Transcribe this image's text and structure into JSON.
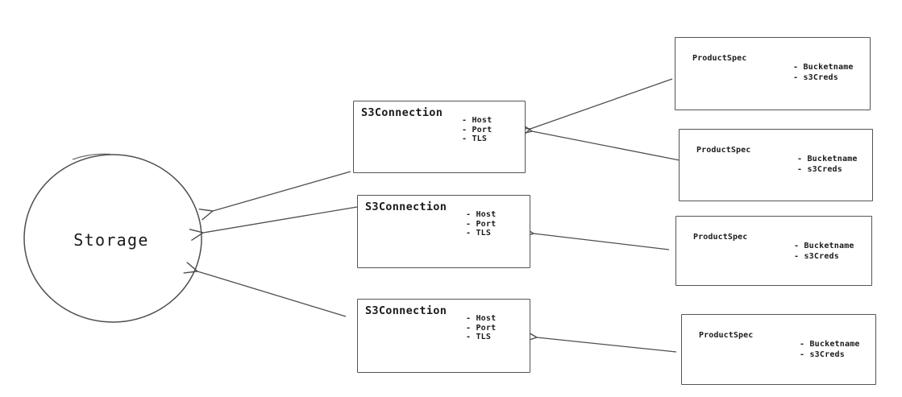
{
  "diagram": {
    "colors": {
      "background": "#ffffff",
      "stroke": "#4f4f4f",
      "text": "#1b1b1b"
    },
    "storage": {
      "label": "Storage"
    },
    "s3_connections": [
      {
        "id": "s3-connection-1",
        "title": "S3Connection",
        "attributes": [
          "- Host",
          "- Port",
          "- TLS"
        ]
      },
      {
        "id": "s3-connection-2",
        "title": "S3Connection",
        "attributes": [
          "- Host",
          "- Port",
          "- TLS"
        ]
      },
      {
        "id": "s3-connection-3",
        "title": "S3Connection",
        "attributes": [
          "- Host",
          "- Port",
          "- TLS"
        ]
      }
    ],
    "product_specs": [
      {
        "id": "product-spec-1",
        "title": "ProductSpec",
        "attributes": [
          "- Bucketname",
          "- s3Creds"
        ]
      },
      {
        "id": "product-spec-2",
        "title": "ProductSpec",
        "attributes": [
          "- Bucketname",
          "- s3Creds"
        ]
      },
      {
        "id": "product-spec-3",
        "title": "ProductSpec",
        "attributes": [
          "- Bucketname",
          "- s3Creds"
        ]
      },
      {
        "id": "product-spec-4",
        "title": "ProductSpec",
        "attributes": [
          "- Bucketname",
          "- s3Creds"
        ]
      }
    ],
    "edges": [
      {
        "from": "product-spec-1",
        "to": "s3-connection-1"
      },
      {
        "from": "product-spec-2",
        "to": "s3-connection-1"
      },
      {
        "from": "product-spec-3",
        "to": "s3-connection-2"
      },
      {
        "from": "product-spec-4",
        "to": "s3-connection-3"
      },
      {
        "from": "s3-connection-1",
        "to": "storage"
      },
      {
        "from": "s3-connection-2",
        "to": "storage"
      },
      {
        "from": "s3-connection-3",
        "to": "storage"
      }
    ]
  }
}
